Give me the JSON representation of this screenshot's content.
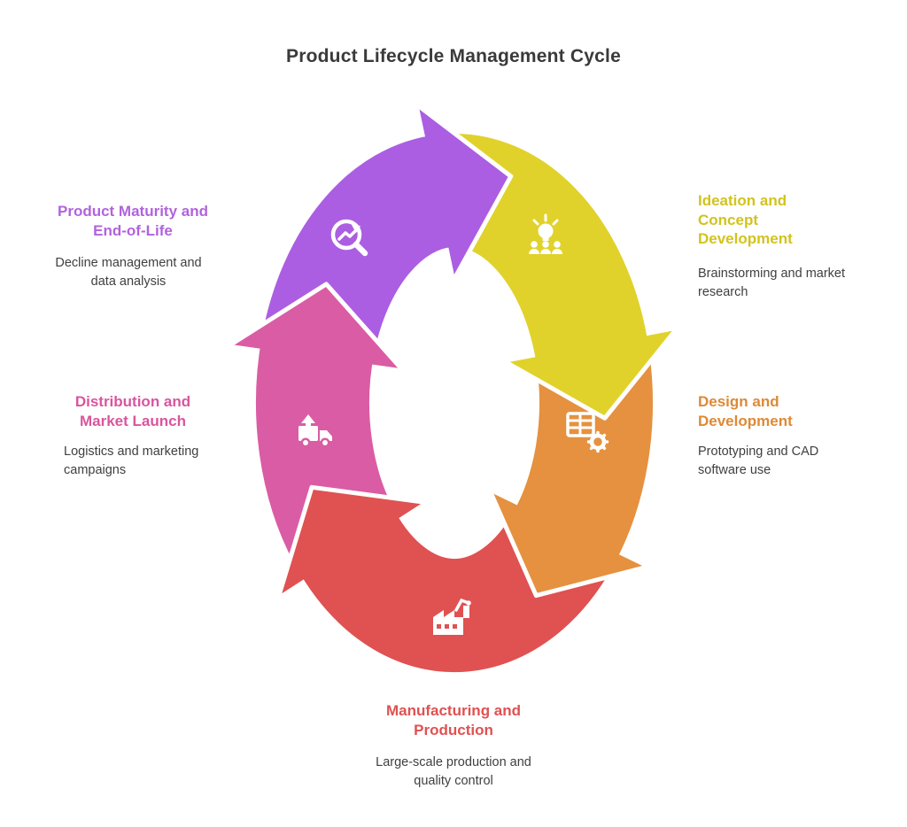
{
  "title": "Product Lifecycle Management Cycle",
  "colors": {
    "background": "#ffffff",
    "title_text": "#3a3a3a",
    "body_text": "#3f3f3f"
  },
  "stages": [
    {
      "name": "Ideation and Concept Development",
      "description": "Brainstorming and market research",
      "color": "#e0d22b",
      "text_color": "#d2c31d",
      "icon": "lightbulb-team-icon"
    },
    {
      "name": "Design and Development",
      "description": "Prototyping and CAD software use",
      "color": "#e5913f",
      "text_color": "#dd8a35",
      "icon": "cad-gear-icon"
    },
    {
      "name": "Manufacturing and Production",
      "description": "Large-scale production and quality control",
      "color": "#e05151",
      "text_color": "#e05151",
      "icon": "factory-icon"
    },
    {
      "name": "Distribution and Market Launch",
      "description": "Logistics and marketing campaigns",
      "color": "#da5ca4",
      "text_color": "#d9559e",
      "icon": "delivery-truck-icon"
    },
    {
      "name": "Product Maturity and End-of-Life",
      "description": "Decline management and data analysis",
      "color": "#ab5ee2",
      "text_color": "#b163dd",
      "icon": "trend-magnifier-icon"
    }
  ]
}
